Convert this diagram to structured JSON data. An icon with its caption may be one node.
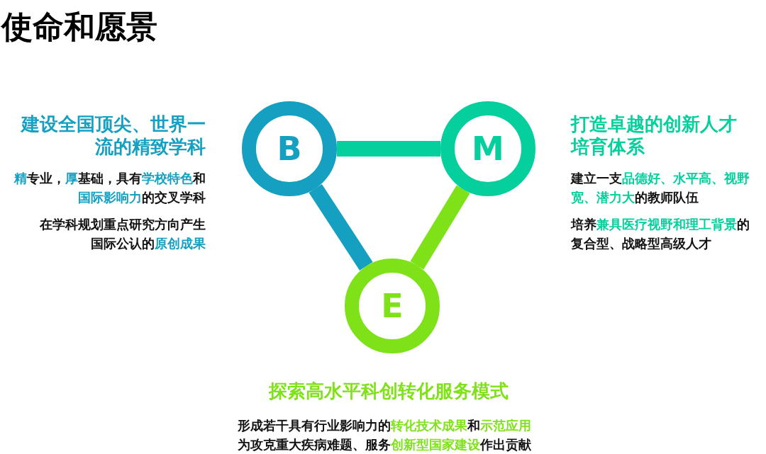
{
  "diagram": {
    "title": "使命和愿景",
    "nodes": [
      {
        "text": [
          "B"
        ],
        "beside": [
          "建设全国顶尖、世界一流的精致学科",
          "**精**专业，**厚**基础，具有**学校特色**和**国际影响力**的交叉学科",
          "在学科规划重点研究方向产生国际公认的**原创成果**"
        ]
      },
      {
        "text": [
          "M"
        ],
        "beside": [
          "打造卓越的创新人才培育体系",
          "建立一支**品德好、水平高、视野宽、潜力大**的教师队伍",
          "培养**兼具医疗视野和理工背景**的复合型、战略型高级人才"
        ]
      },
      {
        "text": [
          "E"
        ],
        "beside": [
          "探索高水平科创转化服务模式",
          "形成若干具有行业影响力的**转化技术成果**和**示范应用**为攻克重大疾病难题、服务**创新型国家建设**作出贡献"
        ]
      }
    ],
    "edges": [
      {
        "from": 0,
        "to": 1,
        "arrow": "none",
        "color": "#05cf9c"
      },
      {
        "from": 0,
        "to": 2,
        "arrow": "none",
        "color": "#15a0c2"
      },
      {
        "from": 1,
        "to": 2,
        "arrow": "none",
        "color": "#7fe219"
      }
    ]
  }
}
